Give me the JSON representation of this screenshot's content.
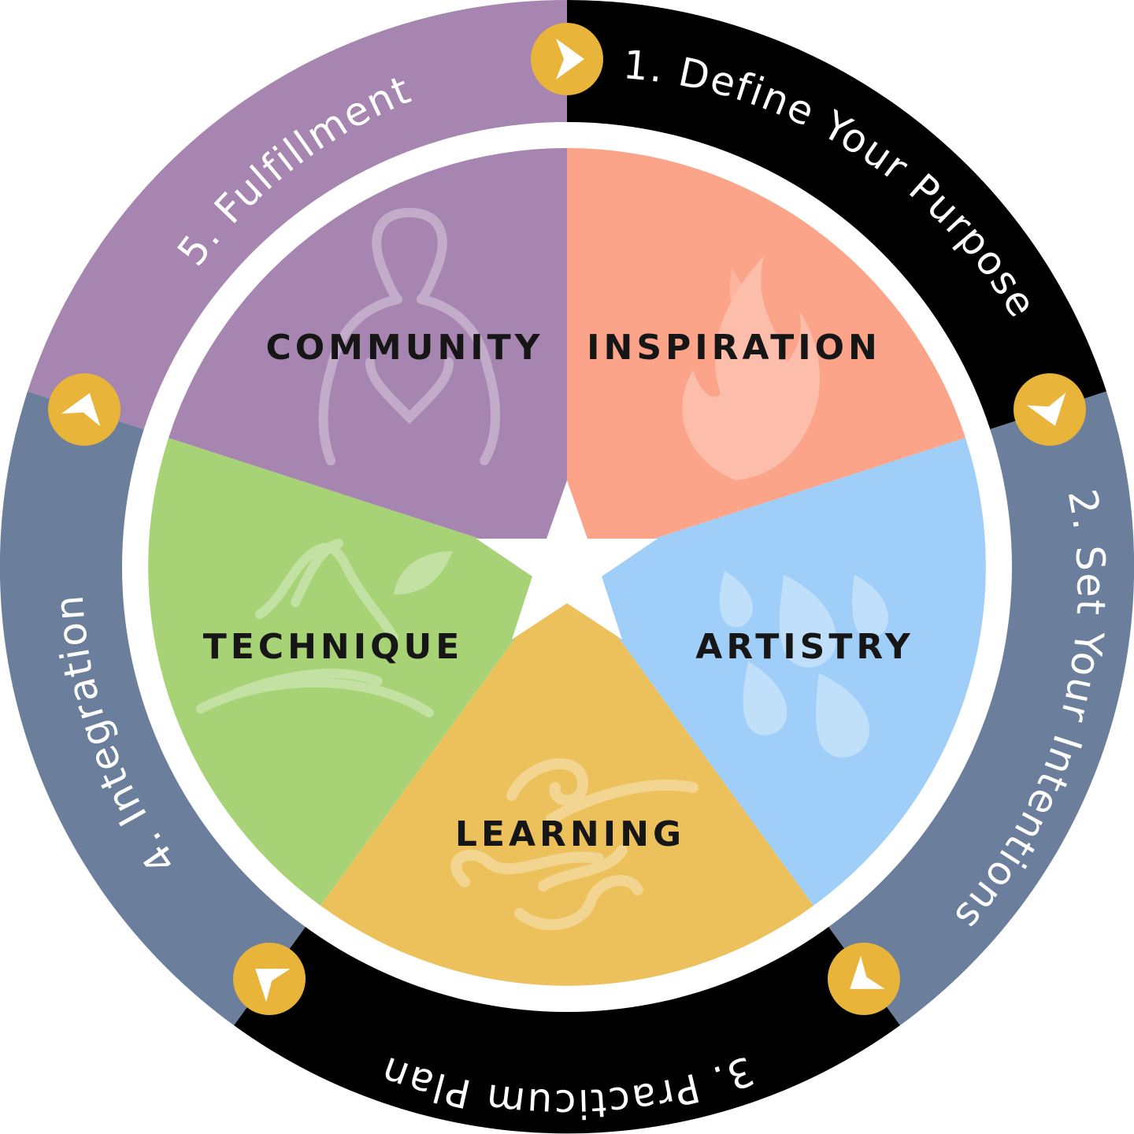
{
  "colors": {
    "purple": "#a685b0",
    "black": "#000000",
    "slate": "#6b7f9c",
    "gold": "#e8b43a",
    "salmon": "#fba489",
    "sky": "#9fcff8",
    "mustard": "#ecc15b",
    "green": "#a7d376",
    "white": "#ffffff"
  },
  "ring": [
    {
      "label": "1. Define Your Purpose"
    },
    {
      "label": "2. Set Your Intentions"
    },
    {
      "label": "3. Practicum Plan"
    },
    {
      "label": "4. Integration"
    },
    {
      "label": "5. Fulfillment"
    }
  ],
  "wedges": [
    {
      "label": "INSPIRATION",
      "icon": "flame-icon"
    },
    {
      "label": "ARTISTRY",
      "icon": "water-drops-icon"
    },
    {
      "label": "LEARNING",
      "icon": "wind-swirl-icon"
    },
    {
      "label": "TECHNIQUE",
      "icon": "mountain-leaf-icon"
    },
    {
      "label": "COMMUNITY",
      "icon": "person-outline-icon"
    }
  ],
  "center_icon": "star-icon",
  "connector_icon": "chevron-arrow-icon"
}
